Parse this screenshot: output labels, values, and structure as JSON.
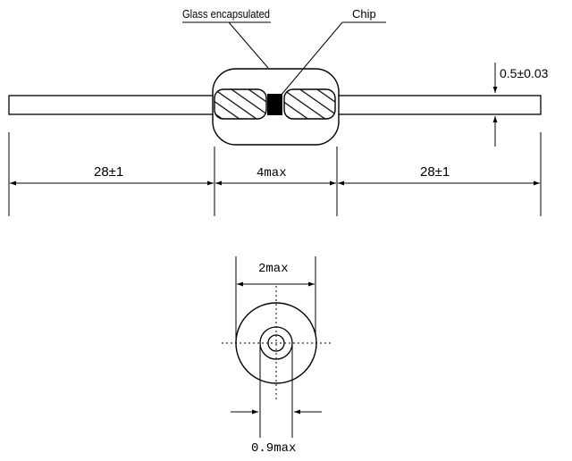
{
  "side_view": {
    "label_glass": "Glass encapsulated",
    "label_chip": "Chip",
    "dim_lead_diameter": "0.5±0.03",
    "dim_left_lead": "28±1",
    "dim_body_length": "4max",
    "dim_right_lead": "28±1"
  },
  "end_view": {
    "dim_body_diameter": "2max",
    "dim_lead_hole": "0.9max"
  }
}
